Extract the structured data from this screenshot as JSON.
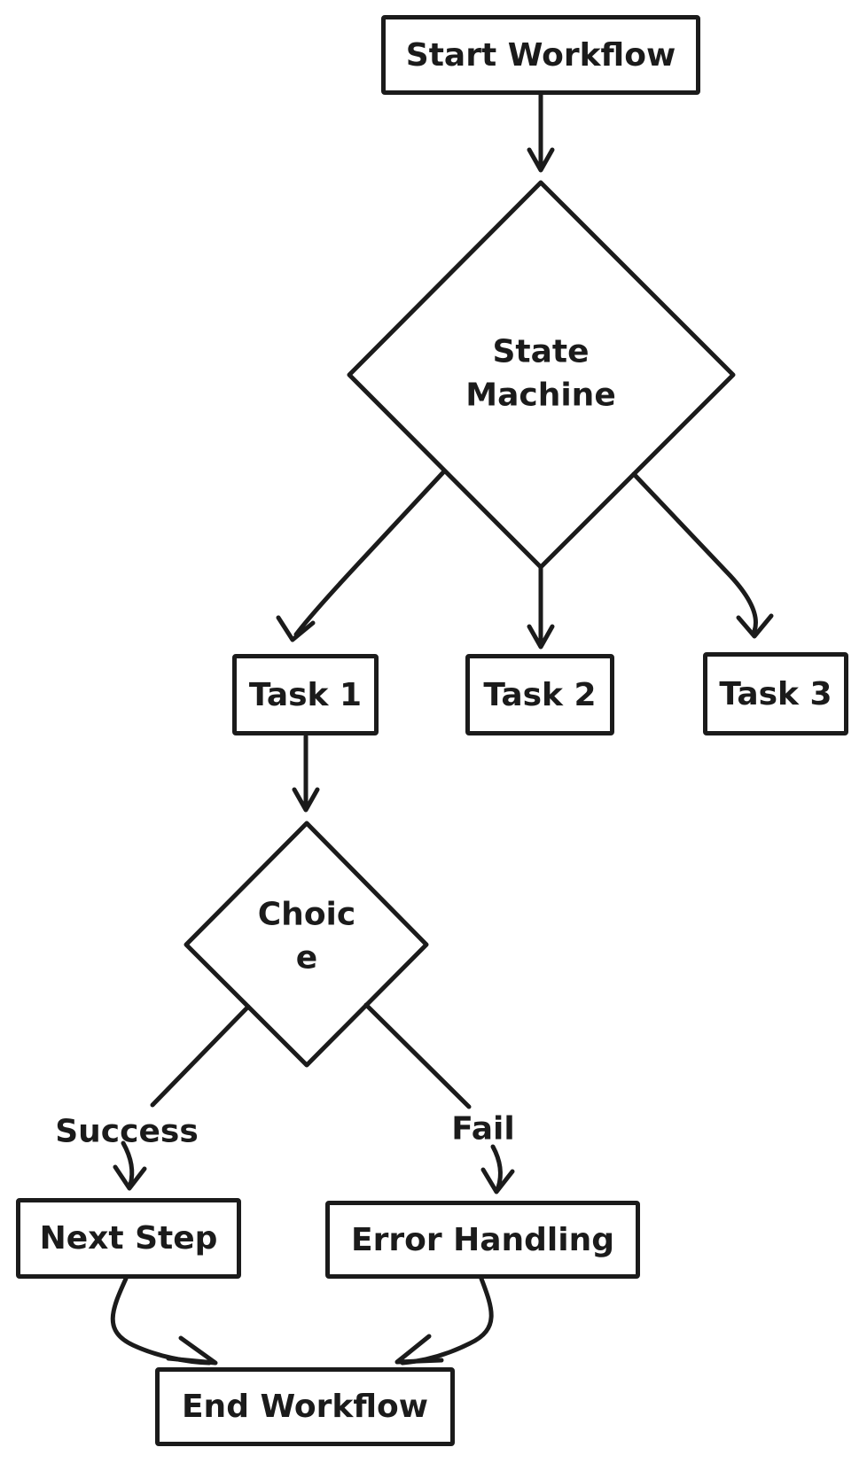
{
  "diagram": {
    "colors": {
      "stroke": "#1b1b1b",
      "background": "#ffffff"
    },
    "nodes": {
      "start": {
        "label": "Start Workflow"
      },
      "state_machine": {
        "line1": "State",
        "line2": "Machine"
      },
      "task1": {
        "label": "Task 1"
      },
      "task2": {
        "label": "Task 2"
      },
      "task3": {
        "label": "Task 3"
      },
      "choice": {
        "line1": "Choic",
        "line2": "e"
      },
      "next_step": {
        "label": "Next Step"
      },
      "error_handling": {
        "label": "Error Handling"
      },
      "end": {
        "label": "End Workflow"
      }
    },
    "edge_labels": {
      "success": "Success",
      "fail": "Fail"
    }
  }
}
